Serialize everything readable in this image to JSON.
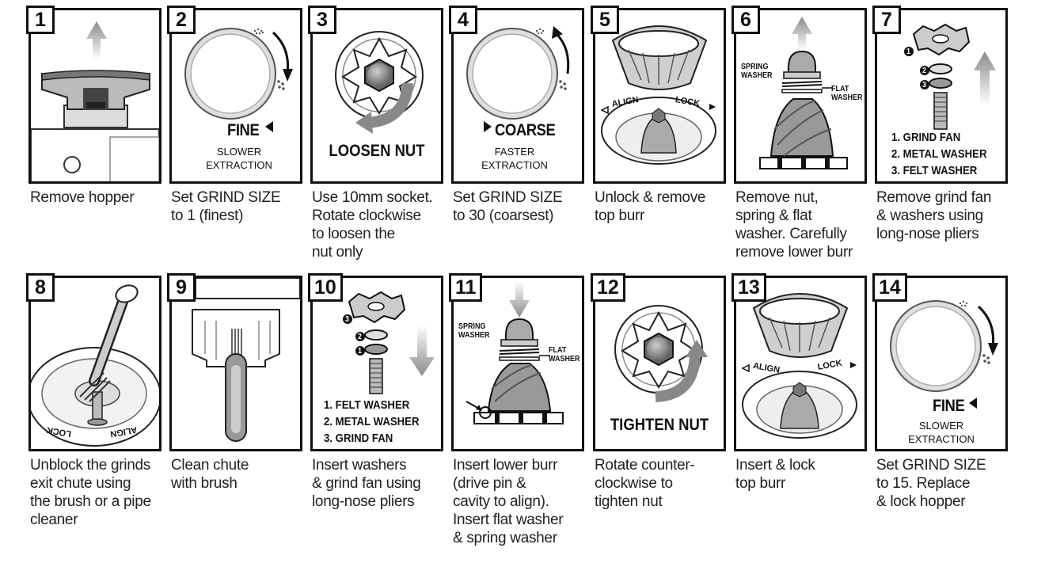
{
  "steps": [
    {
      "num": "1",
      "caption": "Remove hopper"
    },
    {
      "num": "2",
      "caption": "Set GRIND SIZE\nto 1 (finest)",
      "dial_label": "FINE",
      "dial_sub": "SLOWER\nEXTRACTION"
    },
    {
      "num": "3",
      "caption": "Use 10mm socket.\nRotate clockwise\nto loosen the\nnut only",
      "action_label": "LOOSEN NUT"
    },
    {
      "num": "4",
      "caption": "Set GRIND SIZE\nto 30 (coarsest)",
      "dial_label": "COARSE",
      "dial_sub": "FASTER\nEXTRACTION"
    },
    {
      "num": "5",
      "caption": "Unlock & remove\ntop burr",
      "align_label": "ALIGN",
      "lock_label": "LOCK"
    },
    {
      "num": "6",
      "caption": "Remove nut,\nspring & flat\nwasher. Carefully\nremove lower burr",
      "spring_label": "SPRING\nWASHER",
      "flat_label": "FLAT\nWASHER"
    },
    {
      "num": "7",
      "caption": "Remove grind fan\n& washers using\nlong-nose pliers",
      "list": [
        "1. GRIND FAN",
        "2. METAL WASHER",
        "3. FELT WASHER"
      ],
      "markers": [
        "1",
        "2",
        "3"
      ]
    },
    {
      "num": "8",
      "caption": "Unblock the grinds\nexit chute using\nthe brush or a pipe\ncleaner",
      "align_label": "ALIGN",
      "lock_label": "LOCK"
    },
    {
      "num": "9",
      "caption": "Clean chute\nwith brush"
    },
    {
      "num": "10",
      "caption": "Insert washers\n& grind fan using\nlong-nose pliers",
      "list": [
        "1. FELT WASHER",
        "2. METAL WASHER",
        "3. GRIND FAN"
      ],
      "markers": [
        "3",
        "2",
        "1"
      ]
    },
    {
      "num": "11",
      "caption": "Insert lower burr\n(drive pin &\ncavity to align).\nInsert flat washer\n& spring washer",
      "spring_label": "SPRING\nWASHER",
      "flat_label": "FLAT\nWASHER"
    },
    {
      "num": "12",
      "caption": "Rotate counter-\nclockwise to\ntighten nut",
      "action_label": "TIGHTEN NUT"
    },
    {
      "num": "13",
      "caption": "Insert & lock\ntop burr",
      "align_label": "ALIGN",
      "lock_label": "LOCK"
    },
    {
      "num": "14",
      "caption": "Set GRIND SIZE\nto 15. Replace\n& lock hopper",
      "dial_label": "FINE",
      "dial_sub": "SLOWER\nEXTRACTION"
    }
  ]
}
